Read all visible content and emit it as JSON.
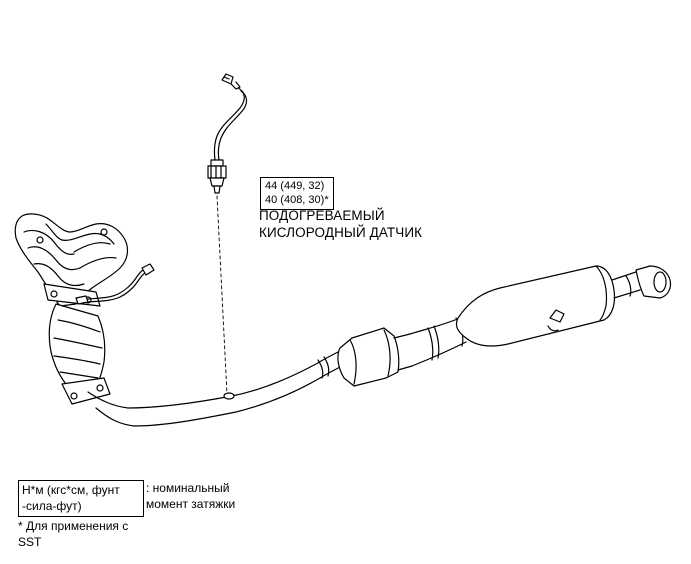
{
  "torque": {
    "line1": "44 (449, 32)",
    "line2": "40 (408, 30)*"
  },
  "part_label": {
    "line1": "ПОДОГРЕВАЕМЫЙ",
    "line2": "КИСЛОРОДНЫЙ ДАТЧИК"
  },
  "legend": {
    "unit_line1": "Н*м (кгс*см, фунт",
    "unit_line2": "-сила-фут)",
    "desc_line1": ": номинальный",
    "desc_line2": "момент затяжки"
  },
  "note": {
    "line1": "* Для применения с",
    "line2": "SST"
  }
}
